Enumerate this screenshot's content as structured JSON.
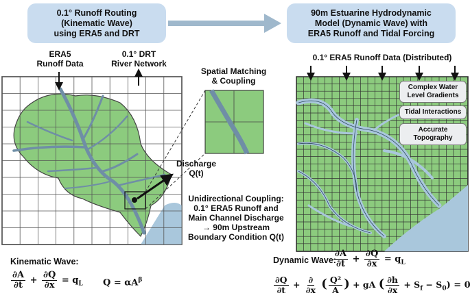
{
  "left_box": {
    "line1": "0.1° Runoff Routing",
    "line2": "(Kinematic Wave)",
    "line3": "using ERA5 and DRT"
  },
  "right_box": {
    "line1": "90m Estuarine Hydrodynamic",
    "line2": "Model (Dynamic Wave) with",
    "line3": "ERA5 Runoff and Tidal Forcing"
  },
  "labels": {
    "era5_runoff_1": "ERA5",
    "era5_runoff_2": "Runoff Data",
    "drt_1": "0.1° DRT",
    "drt_2": "River Network",
    "spatial_1": "Spatial Matching",
    "spatial_2": "& Coupling",
    "discharge_1": "Discharge",
    "discharge_2": "Q(t)",
    "coupling_1": "Unidirectional Coupling:",
    "coupling_2": "0.1° ERA5 Runoff and",
    "coupling_3": "Main Channel Discharge",
    "coupling_4": "→ 90m Upstream",
    "coupling_5": "Boundary Condition Q(t)",
    "distributed": "0.1° ERA5 Runoff Data (Distributed)"
  },
  "tags": {
    "gradients_1": "Complex Water",
    "gradients_2": "Level Gradients",
    "tidal": "Tidal Interactions",
    "topo_1": "Accurate",
    "topo_2": "Topography"
  },
  "equations": {
    "kinematic_title": "Kinematic Wave:",
    "dynamic_title": "Dynamic Wave:",
    "q_alpha": "Q = αA",
    "beta": "β",
    "dA": "∂A",
    "dt": "∂t",
    "dQ": "∂Q",
    "dx": "∂x",
    "qL": "= q",
    "L": "L",
    "Q2": "Q²",
    "A": "A",
    "dh": "∂h",
    "d": "∂",
    "plus": "+",
    "gA": "+ gA",
    "sf_term": "+ S",
    "f": "f",
    "s0_term": "− S",
    "zero": "0",
    "eq0": ") = 0"
  },
  "colors": {
    "land": "#8ccb7e",
    "water": "#a9c7dc",
    "river": "#6f8ea6",
    "box": "#c9dcef",
    "arrow": "#9fb8cc"
  }
}
